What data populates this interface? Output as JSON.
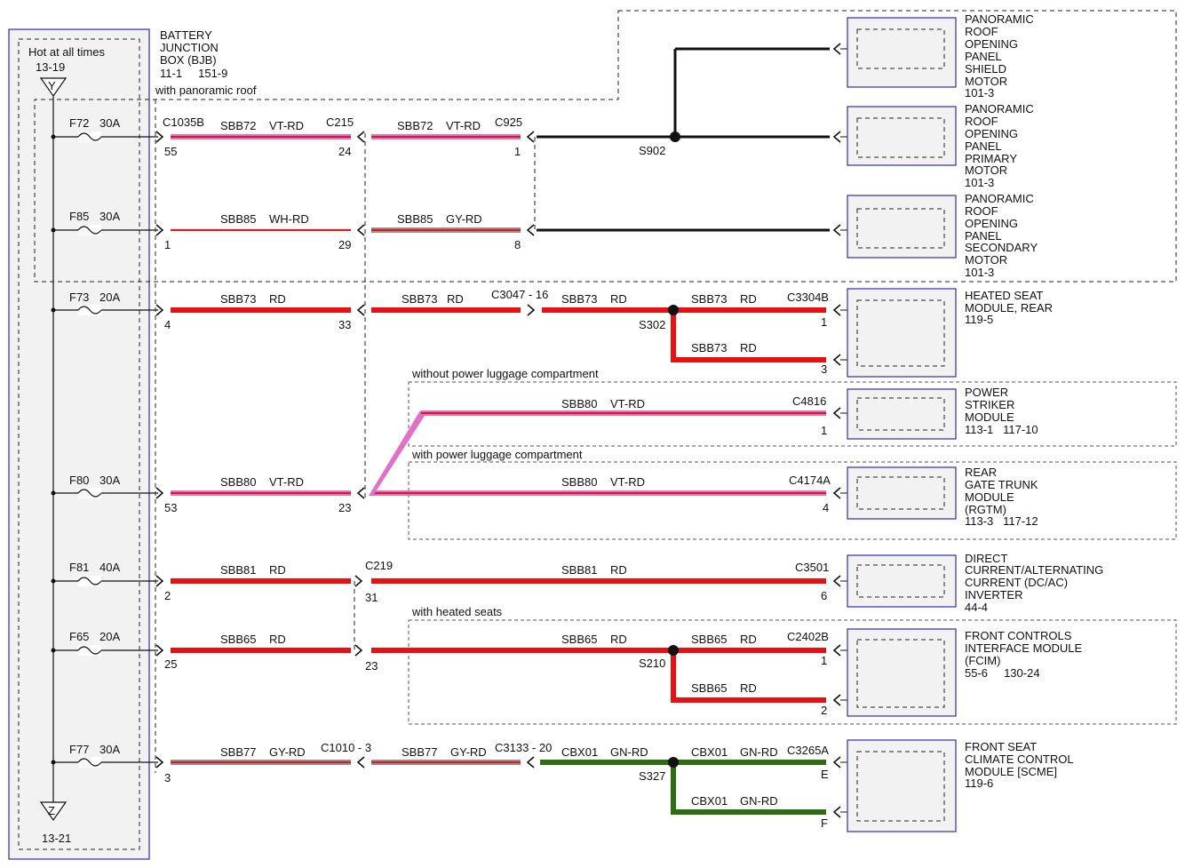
{
  "bjb": {
    "header": [
      "BATTERY",
      "JUNCTION",
      "BOX (BJB)",
      "11-1     151-9"
    ],
    "hot_label": "Hot at all times",
    "top_ref": "13-19",
    "top_bus": "Y",
    "bottom_bus": "Z",
    "bottom_ref": "13-21"
  },
  "option_labels": {
    "panoramic": "with panoramic roof",
    "no_luggage": "without power luggage compartment",
    "luggage": "with power luggage compartment",
    "heated": "with heated seats"
  },
  "fuses": [
    {
      "id": "F72",
      "amps": "30A"
    },
    {
      "id": "F85",
      "amps": "30A"
    },
    {
      "id": "F73",
      "amps": "20A"
    },
    {
      "id": "F80",
      "amps": "30A"
    },
    {
      "id": "F81",
      "amps": "40A"
    },
    {
      "id": "F65",
      "amps": "20A"
    },
    {
      "id": "F77",
      "amps": "30A"
    }
  ],
  "connectors": {
    "c1035b": "C1035B",
    "c215": "C215",
    "c925": "C925",
    "c3047": "C3047 - 16",
    "c3304b": "C3304B",
    "c4816": "C4816",
    "c4174a": "C4174A",
    "c219": "C219",
    "c3501": "C3501",
    "c2402b": "C2402B",
    "c1010": "C1010 - 3",
    "c3133": "C3133 - 20",
    "c3265a": "C3265A"
  },
  "splices": {
    "s902": "S902",
    "s302": "S302",
    "s210": "S210",
    "s327": "S327"
  },
  "pins": {
    "r1_bjb": "55",
    "r1_c215": "24",
    "r1_c925": "1",
    "r2_bjb": "1",
    "r2_c215": "29",
    "r2_c925": "8",
    "r3_bjb": "4",
    "r3_c215": "33",
    "r3_a": "1",
    "r3_b": "3",
    "r4_c4816": "1",
    "r4_bjb": "53",
    "r4_c215": "23",
    "r4_c4174a": "4",
    "r5_bjb": "2",
    "r5_c219": "31",
    "r5_c3501": "6",
    "r6_bjb": "25",
    "r6_c219": "23",
    "r6_a": "1",
    "r6_b": "2",
    "r7_bjb": "3",
    "r7_a": "E",
    "r7_b": "F"
  },
  "wires": {
    "w72a": {
      "circuit": "SBB72",
      "color": "VT-RD"
    },
    "w72b": {
      "circuit": "SBB72",
      "color": "VT-RD"
    },
    "w85a": {
      "circuit": "SBB85",
      "color": "WH-RD"
    },
    "w85b": {
      "circuit": "SBB85",
      "color": "GY-RD"
    },
    "w73a": {
      "circuit": "SBB73",
      "color": "RD"
    },
    "w73b": {
      "circuit": "SBB73",
      "color": "RD"
    },
    "w73c": {
      "circuit": "SBB73",
      "color": "RD"
    },
    "w73d": {
      "circuit": "SBB73",
      "color": "RD"
    },
    "w73e": {
      "circuit": "SBB73",
      "color": "RD"
    },
    "w80a": {
      "circuit": "SBB80",
      "color": "VT-RD"
    },
    "w80b": {
      "circuit": "SBB80",
      "color": "VT-RD"
    },
    "w80c": {
      "circuit": "SBB80",
      "color": "VT-RD"
    },
    "w81a": {
      "circuit": "SBB81",
      "color": "RD"
    },
    "w81b": {
      "circuit": "SBB81",
      "color": "RD"
    },
    "w65a": {
      "circuit": "SBB65",
      "color": "RD"
    },
    "w65b": {
      "circuit": "SBB65",
      "color": "RD"
    },
    "w65c": {
      "circuit": "SBB65",
      "color": "RD"
    },
    "w65d": {
      "circuit": "SBB65",
      "color": "RD"
    },
    "w77a": {
      "circuit": "SBB77",
      "color": "GY-RD"
    },
    "w77b": {
      "circuit": "SBB77",
      "color": "GY-RD"
    },
    "wx1": {
      "circuit": "CBX01",
      "color": "GN-RD"
    },
    "wx2": {
      "circuit": "CBX01",
      "color": "GN-RD"
    },
    "wx3": {
      "circuit": "CBX01",
      "color": "GN-RD"
    }
  },
  "components": [
    {
      "key": "shield_motor",
      "lines": [
        "PANORAMIC",
        "ROOF",
        "OPENING",
        "PANEL",
        "SHIELD",
        "MOTOR",
        "101-3"
      ]
    },
    {
      "key": "primary_motor",
      "lines": [
        "PANORAMIC",
        "ROOF",
        "OPENING",
        "PANEL",
        "PRIMARY",
        "MOTOR",
        "101-3"
      ]
    },
    {
      "key": "secondary_motor",
      "lines": [
        "PANORAMIC",
        "ROOF",
        "OPENING",
        "PANEL",
        "SECONDARY",
        "MOTOR",
        "101-3"
      ]
    },
    {
      "key": "heated_seat",
      "lines": [
        "HEATED SEAT",
        "MODULE, REAR",
        "119-5"
      ]
    },
    {
      "key": "power_striker",
      "lines": [
        "POWER",
        "STRIKER",
        "MODULE",
        "113-1   117-10"
      ]
    },
    {
      "key": "rgtm",
      "lines": [
        "REAR",
        "GATE TRUNK",
        "MODULE",
        "(RGTM)",
        "113-3   117-12"
      ]
    },
    {
      "key": "inverter",
      "lines": [
        "DIRECT",
        "CURRENT/ALTERNATING",
        "CURRENT (DC/AC)",
        "INVERTER",
        "44-4"
      ]
    },
    {
      "key": "fcim",
      "lines": [
        "FRONT CONTROLS",
        "INTERFACE MODULE",
        "(FCIM)",
        "55-6     130-24"
      ]
    },
    {
      "key": "scme",
      "lines": [
        "FRONT SEAT",
        "CLIMATE CONTROL",
        "MODULE [SCME]",
        "119-6"
      ]
    }
  ],
  "wire_colors": {
    "violet": "#e070c8",
    "red": "#e81010",
    "gray": "#9a8c8c",
    "white": "#f8f0f0",
    "green": "#2d6e10",
    "stripe": "#d21e1e",
    "box_border": "#3b3bbf"
  }
}
